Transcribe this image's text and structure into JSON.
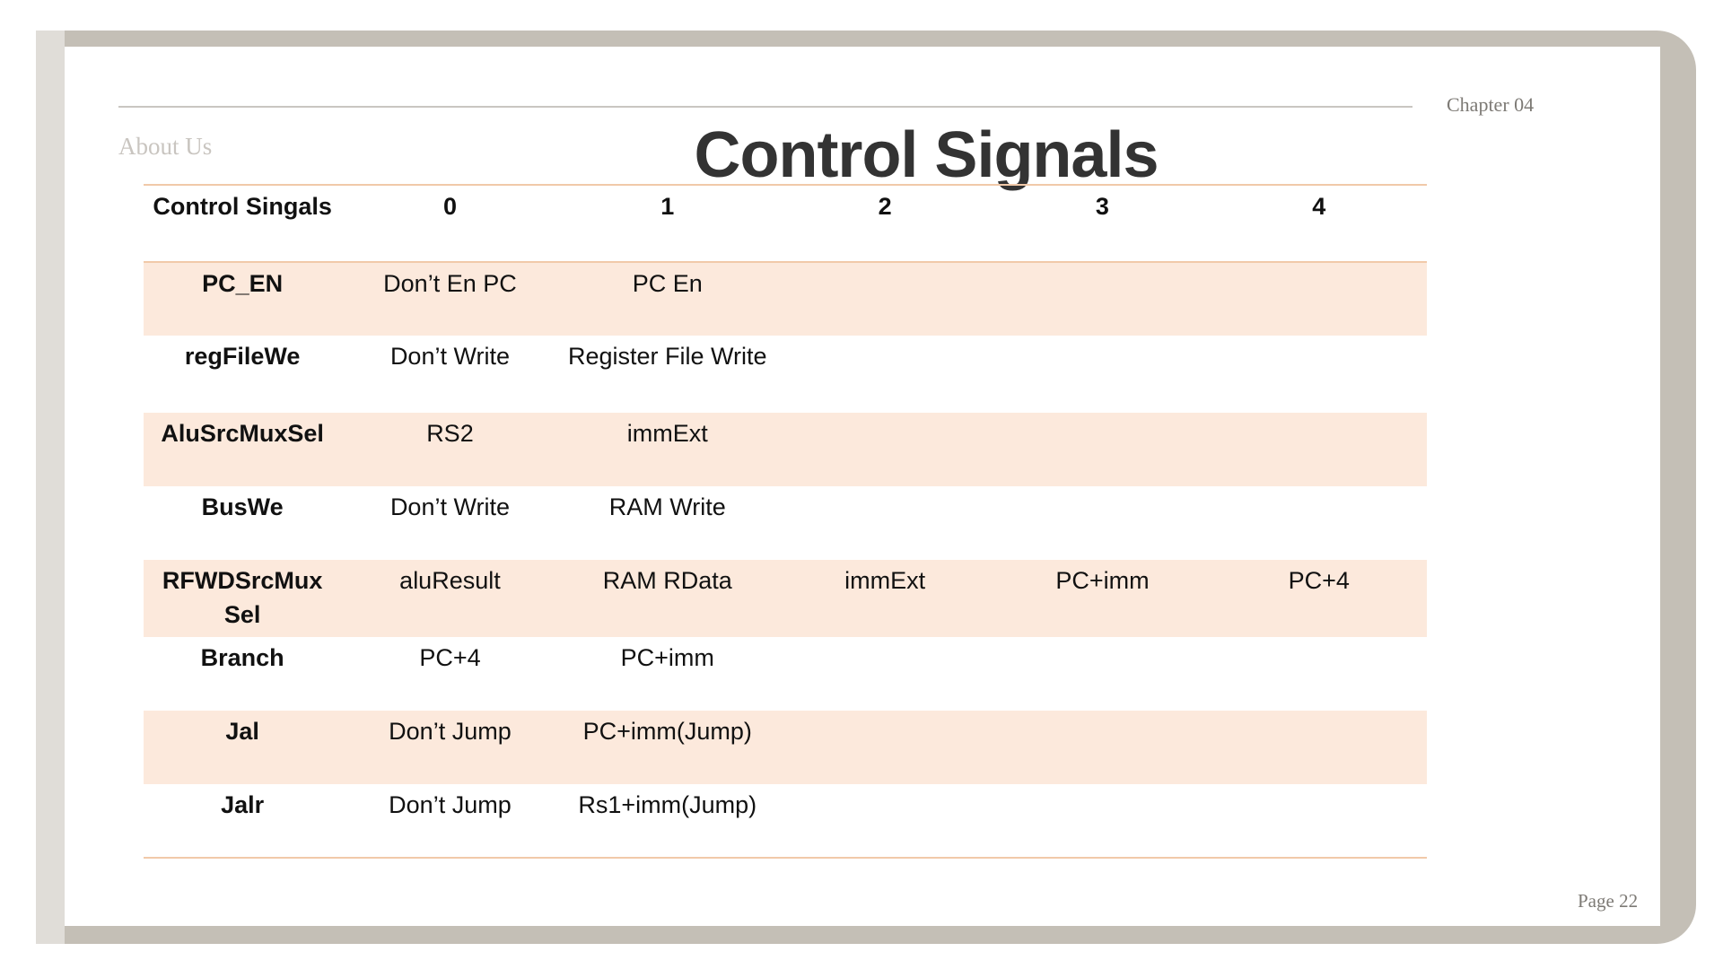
{
  "header": {
    "chapter": "Chapter 04",
    "section": "About Us",
    "title": "Control Signals"
  },
  "footer": {
    "page": "Page 22"
  },
  "table": {
    "headers": [
      "Control Singals",
      "0",
      "1",
      "2",
      "3",
      "4"
    ],
    "rows": [
      [
        "PC_EN",
        "Don’t En PC",
        "PC En",
        "",
        "",
        ""
      ],
      [
        "regFileWe",
        "Don’t Write",
        "Register File Write",
        "",
        "",
        ""
      ],
      [
        "AluSrcMuxSel",
        "RS2",
        "immExt",
        "",
        "",
        ""
      ],
      [
        "BusWe",
        "Don’t Write",
        "RAM Write",
        "",
        "",
        ""
      ],
      [
        "RFWDSrcMux Sel",
        "aluResult",
        "RAM RData",
        "immExt",
        "PC+imm",
        "PC+4"
      ],
      [
        "Branch",
        "PC+4",
        "PC+imm",
        "",
        "",
        ""
      ],
      [
        "Jal",
        "Don’t Jump",
        "PC+imm(Jump)",
        "",
        "",
        ""
      ],
      [
        "Jalr",
        "Don’t Jump",
        "Rs1+imm(Jump)",
        "",
        "",
        ""
      ]
    ]
  },
  "colors": {
    "frame": "#c4bfb6",
    "accent_row": "#fce9dc",
    "rule": "#f1c9a9",
    "title": "#333333"
  }
}
